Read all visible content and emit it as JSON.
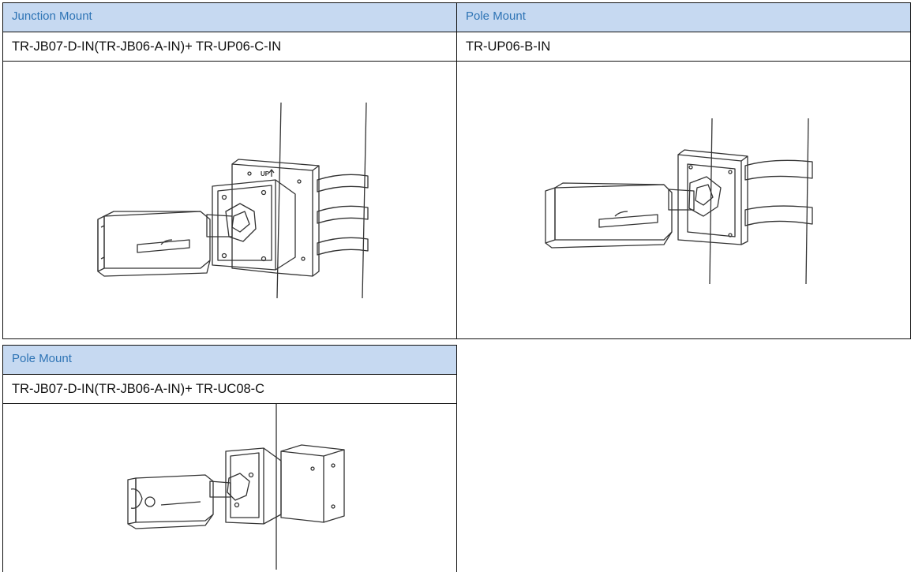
{
  "top_table": {
    "left": {
      "header": "Junction Mount",
      "model": "TR-JB07-D-IN(TR-JB06-A-IN)+ TR-UP06-C-IN",
      "illustration_icon": "camera-junction-box-pole-mount-drawing",
      "up_marking": "UP"
    },
    "right": {
      "header": "Pole Mount",
      "model": "TR-UP06-B-IN",
      "illustration_icon": "camera-pole-mount-drawing"
    }
  },
  "bottom_table": {
    "header": "Pole Mount",
    "model": "TR-JB07-D-IN(TR-JB06-A-IN)+ TR-UC08-C",
    "illustration_icon": "camera-junction-box-corner-mount-drawing"
  },
  "colors": {
    "header_bg": "#c6d9f1",
    "header_text": "#2e74b5",
    "border": "#111111",
    "line_art": "#333333"
  }
}
